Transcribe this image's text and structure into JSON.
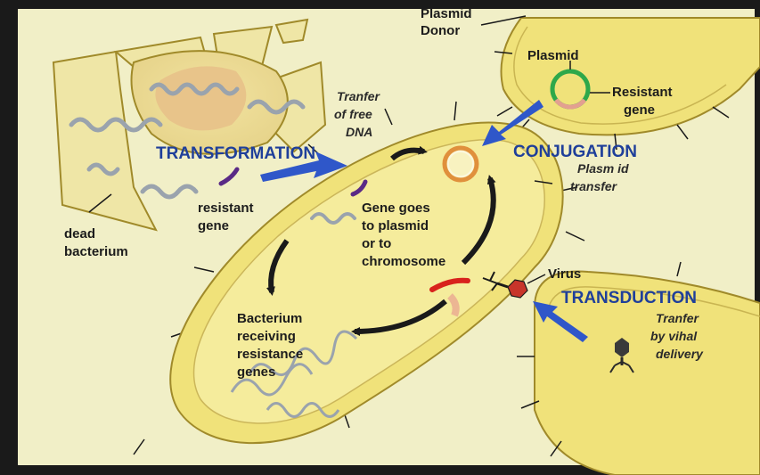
{
  "colors": {
    "background": "#f1efc7",
    "frame": "#1a1a1a",
    "cell_fill": "#f0e27a",
    "cell_inner": "#f5ec9c",
    "cell_outline": "#a08a2a",
    "process_label": "#1f3f9a",
    "arrow_blue": "#2f57c9",
    "gene_red": "#d8221c",
    "gene_purple": "#5a2a86",
    "plasmid_green": "#2ea84a",
    "plasmid_pink": "#e3a090",
    "dna_gray": "#9aa3ad"
  },
  "labels": {
    "plasmid_donor_line1": "Plasmid",
    "plasmid_donor_line2": "Donor",
    "plasmid": "Plasmid",
    "resistant_gene_right_line1": "Resistant",
    "resistant_gene_right_line2": "gene",
    "transfer_free_dna_line1": "Tranfer",
    "transfer_free_dna_line2": "of free",
    "transfer_free_dna_line3": "DNA",
    "transformation": "TRANSFORMATION",
    "conjugation": "CONJUGATION",
    "plasmid_transfer_line1": "Plasm id",
    "plasmid_transfer_line2": "transfer",
    "resistant_gene_left_line1": "resistant",
    "resistant_gene_left_line2": "gene",
    "gene_goes_line1": "Gene goes",
    "gene_goes_line2": "to plasmid",
    "gene_goes_line3": "or to",
    "gene_goes_line4": "chromosome",
    "dead_bacterium_line1": "dead",
    "dead_bacterium_line2": "bacterium",
    "virus": "Virus",
    "transduction": "TRANSDUCTION",
    "viral_delivery_line1": "Tranfer",
    "viral_delivery_line2": "by vihal",
    "viral_delivery_line3": "delivery",
    "receiving_line1": "Bacterium",
    "receiving_line2": "receiving",
    "receiving_line3": "resistance",
    "receiving_line4": "genes"
  }
}
